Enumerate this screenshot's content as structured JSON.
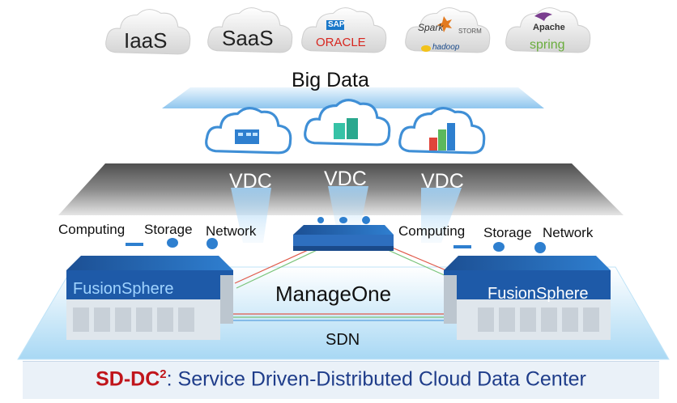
{
  "top_clouds": [
    "IaaS",
    "SaaS"
  ],
  "logos": {
    "sap": "SAP",
    "oracle": "ORACLE",
    "spark": "Spark",
    "storm": "STORM",
    "hadoop": "hadoop",
    "apache": "Apache",
    "spring": "spring"
  },
  "big_data": "Big Data",
  "vdc": [
    "VDC",
    "VDC",
    "VDC"
  ],
  "left_stack": {
    "labels": [
      "Computing",
      "Storage",
      "Network"
    ],
    "brand": "FusionSphere"
  },
  "right_stack": {
    "labels": [
      "Computing",
      "Storage",
      "Network"
    ],
    "brand": "FusionSphere"
  },
  "manage_one": "ManageOne",
  "sdn": "SDN",
  "footer": {
    "lead": "SD-DC",
    "sup": "2",
    "rest": ": Service Driven-Distributed Cloud Data Center"
  },
  "colors": {
    "accent_blue": "#1f5fa8",
    "footer_red": "#c0151b",
    "footer_blue": "#1f3d8a",
    "cloud_blue": "#3f8fd6",
    "slab_gray": "#6b6b6b"
  }
}
